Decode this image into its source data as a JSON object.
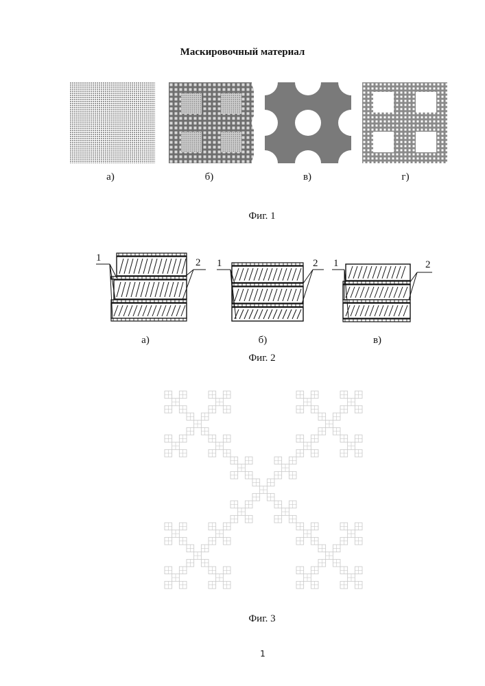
{
  "title": "Маскировочный материал",
  "fig1": {
    "panel_labels": [
      "а)",
      "б)",
      "в)",
      "г)"
    ],
    "caption": "Фиг. 1"
  },
  "fig2": {
    "panel_labels": [
      "а)",
      "б)",
      "в)"
    ],
    "callouts": [
      "1",
      "2"
    ],
    "caption": "Фиг. 2"
  },
  "fig3": {
    "caption": "Фиг. 3"
  },
  "page_number": "1",
  "colors": {
    "pattern_fill": "#7a7a7a",
    "light_pattern": "#c8c8c8",
    "line": "#111111"
  }
}
